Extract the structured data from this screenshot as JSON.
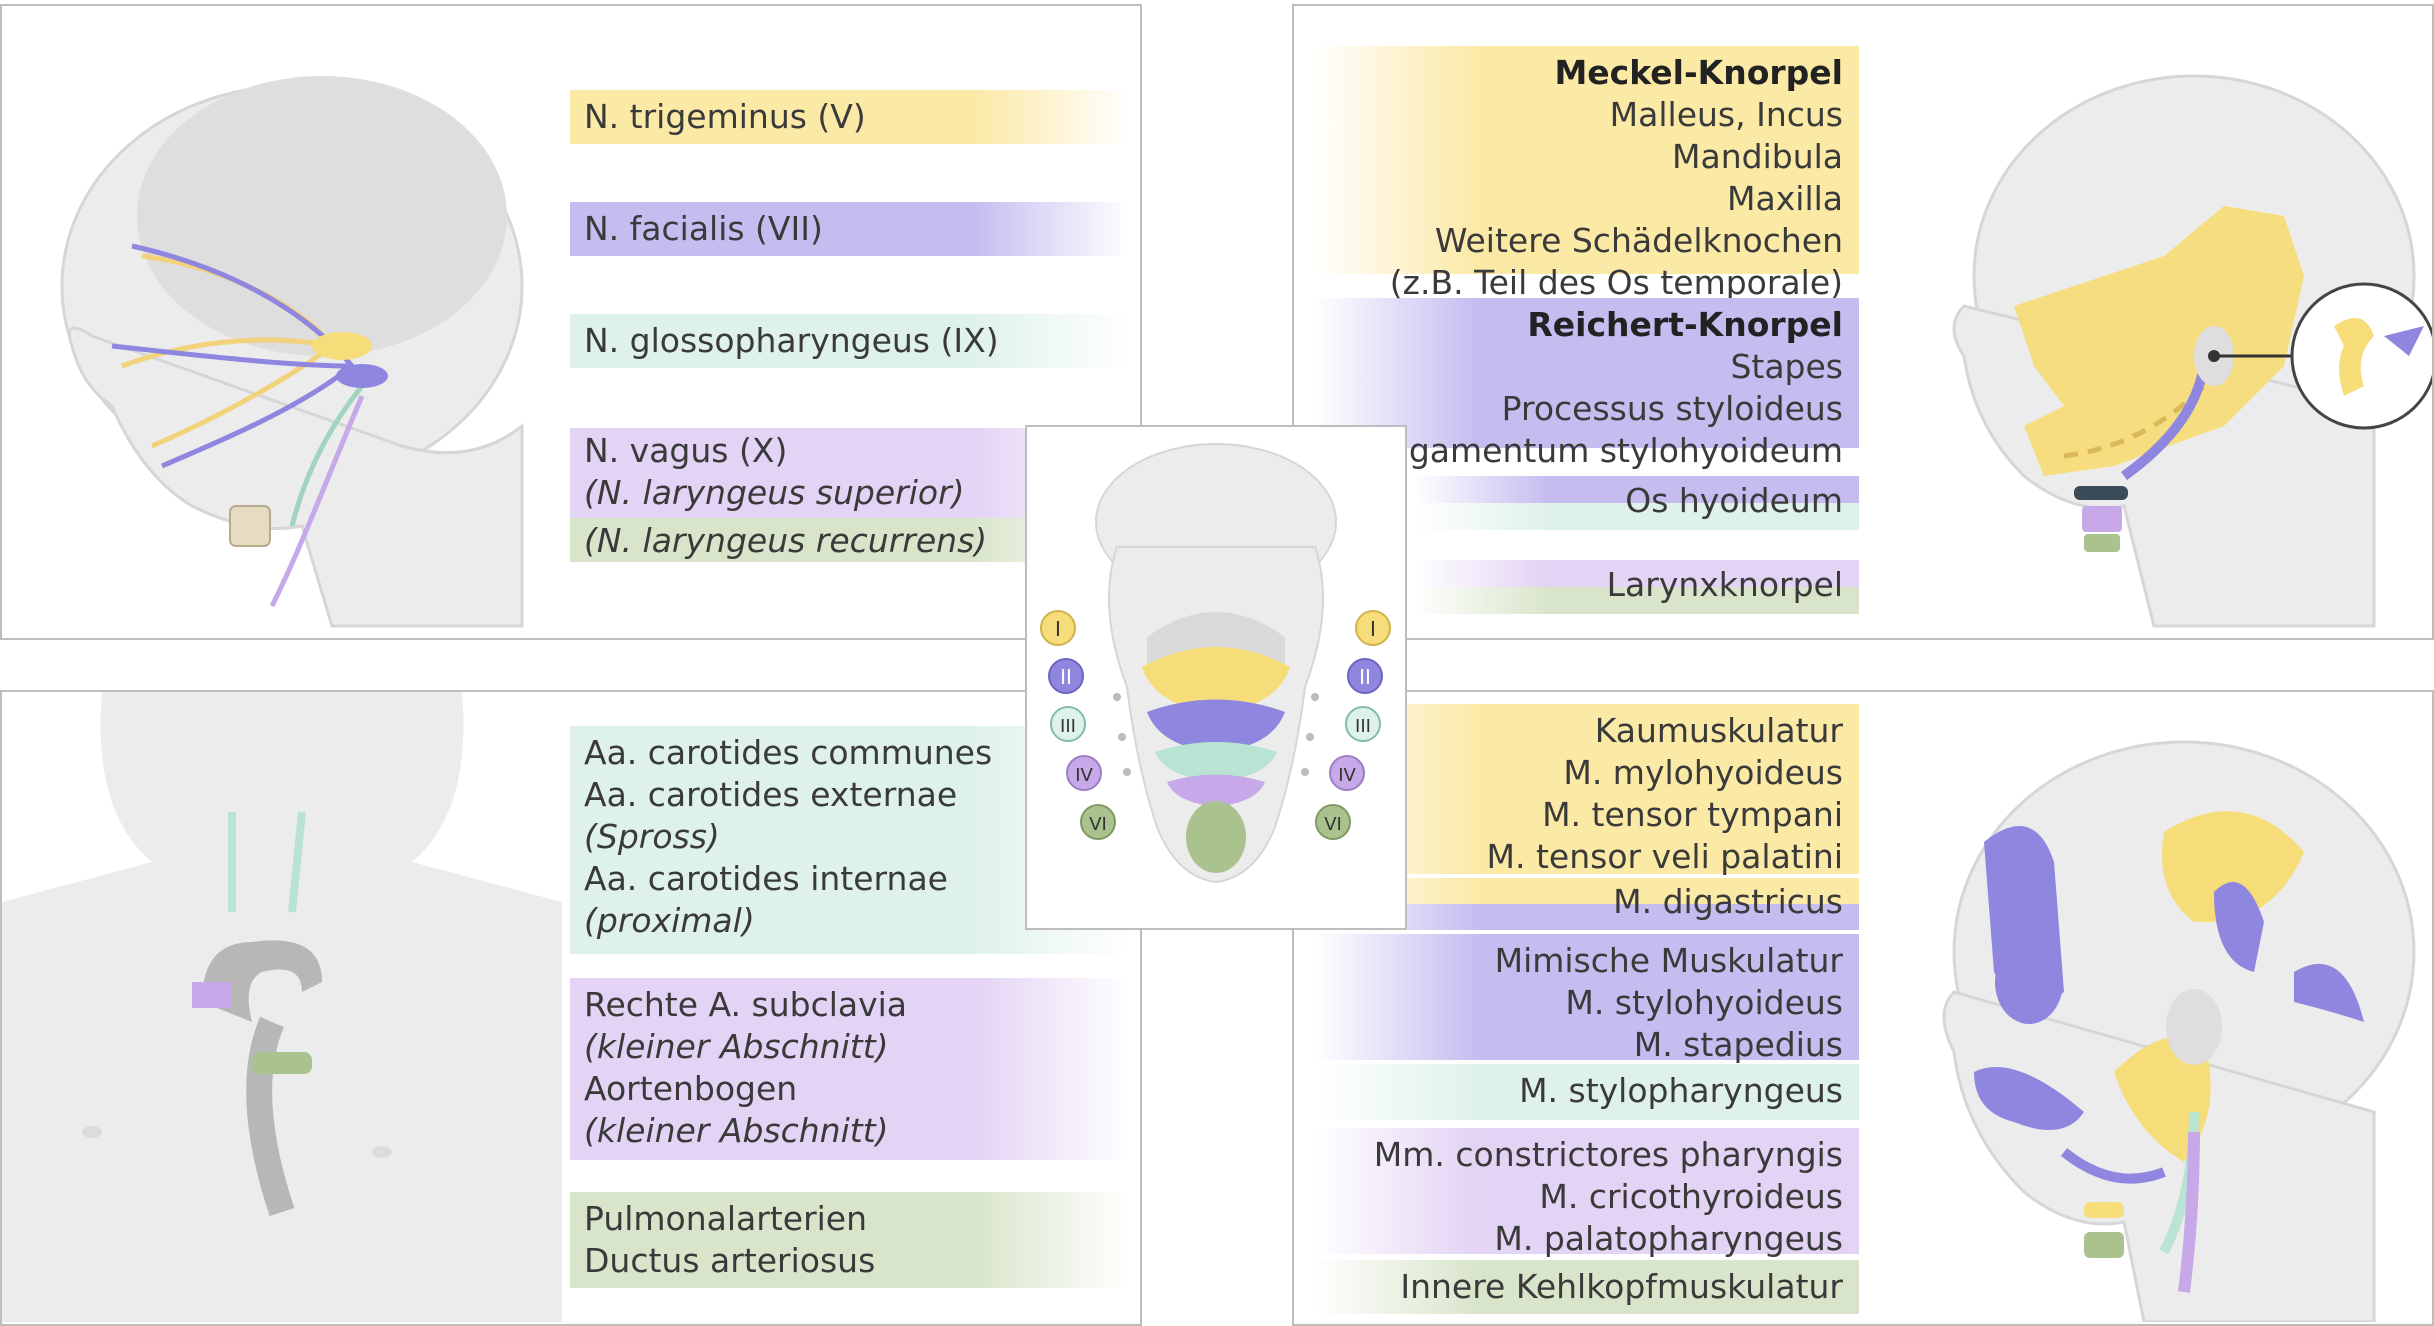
{
  "colors": {
    "arch1": "#f7dc7a",
    "arch2": "#8f86df",
    "arch3": "#b9e3d2",
    "arch4": "#c7a8e8",
    "arch6": "#a9c28e",
    "silhouette": "#ececec"
  },
  "arch_labels": [
    "I",
    "II",
    "III",
    "IV",
    "VI"
  ],
  "nerves": {
    "trigeminus": "N. trigeminus (V)",
    "facialis": "N. facialis (VII)",
    "glossopharyngeus": "N. glossopharyngeus (IX)",
    "vagus": "N. vagus (X)",
    "laryngeus_superior": "(N. laryngeus superior)",
    "laryngeus_recurrens": "(N. laryngeus recurrens)"
  },
  "skeleton": {
    "meckel": {
      "title": "Meckel-Knorpel",
      "lines": [
        "Malleus, Incus",
        "Mandibula",
        "Maxilla",
        "Weitere Schädelknochen",
        "(z.B. Teil des Os temporale)"
      ]
    },
    "reichert": {
      "title": "Reichert-Knorpel",
      "lines": [
        "Stapes",
        "Processus styloideus",
        "Ligamentum stylohyoideum"
      ]
    },
    "hyoid": "Os hyoideum",
    "larynx": "Larynxknorpel"
  },
  "arteries": {
    "arch3_lines": [
      "Aa. carotides communes",
      "Aa. carotides externae",
      "(Spross)",
      "Aa. carotides internae",
      "(proximal)"
    ],
    "arch4_lines": [
      "Rechte A. subclavia",
      "(kleiner Abschnitt)",
      "Aortenbogen",
      "(kleiner Abschnitt)"
    ],
    "arch6_lines": [
      "Pulmonalarterien",
      "Ductus arteriosus"
    ]
  },
  "muscles": {
    "arch1_lines": [
      "Kaumuskulatur",
      "M. mylohyoideus",
      "M. tensor tympani",
      "M. tensor veli palatini"
    ],
    "digastricus": "M. digastricus",
    "arch2_lines": [
      "Mimische Muskulatur",
      "M. stylohyoideus",
      "M. stapedius"
    ],
    "arch3": "M. stylopharyngeus",
    "arch4_lines": [
      "Mm. constrictores pharyngis",
      "M. cricothyroideus",
      "M. palatopharyngeus"
    ],
    "arch6": "Innere Kehlkopfmuskulatur"
  }
}
